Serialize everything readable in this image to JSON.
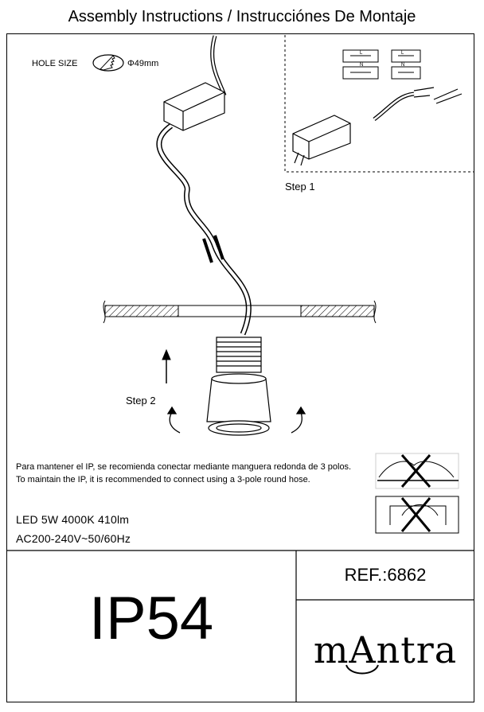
{
  "title": "Assembly Instructions / Instrucciónes De Montaje",
  "hole_size": {
    "label": "HOLE SIZE",
    "value": "Φ49mm"
  },
  "steps": {
    "step1": "Step 1",
    "step2": "Step 2"
  },
  "wiring_labels": {
    "live": "L",
    "neutral": "N"
  },
  "note": {
    "es": "Para mantener el IP, se recomienda conectar mediante manguera redonda de 3 polos.",
    "en": "To maintain the IP, it is recommended to connect using a 3-pole round hose."
  },
  "specs": {
    "line1": "LED 5W 4000K 410lm",
    "line2": "AC200-240V~50/60Hz"
  },
  "ref": "REF.:6862",
  "ip_rating": "IP54",
  "brand": "mAntra"
}
